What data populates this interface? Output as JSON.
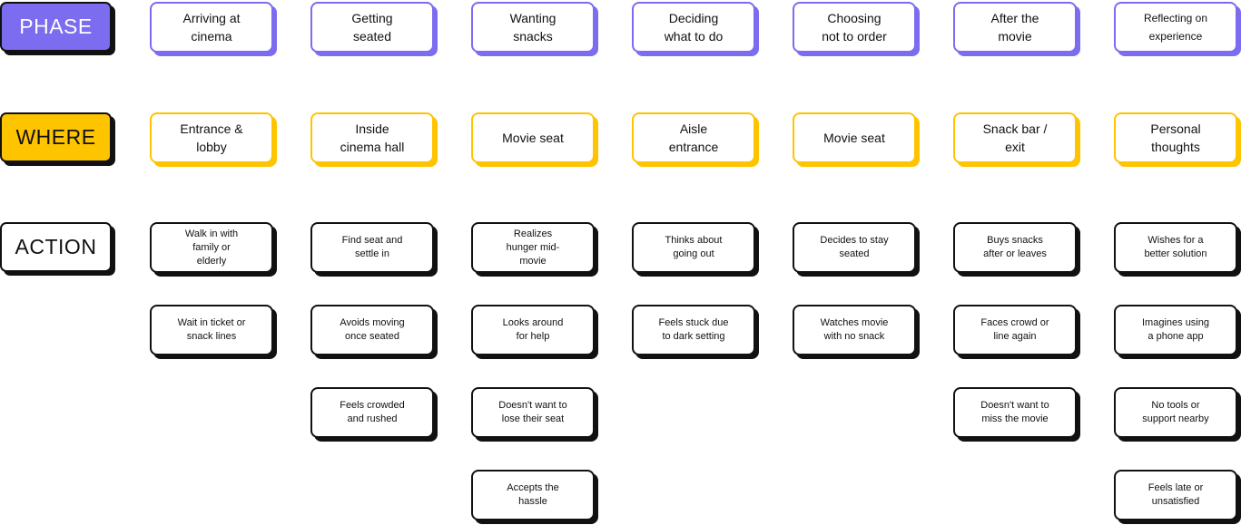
{
  "row_labels": {
    "phase": "PHASE",
    "where": "WHERE",
    "action": "ACTION"
  },
  "colors": {
    "phase": "#7b6cf0",
    "where": "#ffc400",
    "action": "#111111"
  },
  "columns": [
    {
      "phase": "Arriving at\ncinema",
      "where": "Entrance &\nlobby",
      "actions": [
        "Walk in with\nfamily or\nelderly",
        "Wait in ticket or\nsnack lines"
      ]
    },
    {
      "phase": "Getting\nseated",
      "where": "Inside\ncinema hall",
      "actions": [
        "Find seat and\nsettle in",
        "Avoids moving\nonce seated",
        "Feels crowded\nand rushed"
      ]
    },
    {
      "phase": "Wanting\nsnacks",
      "where": "Movie seat",
      "actions": [
        "Realizes\nhunger mid-\nmovie",
        "Looks around\nfor help",
        "Doesn't want to\nlose their seat",
        "Accepts the\nhassle"
      ]
    },
    {
      "phase": "Deciding\nwhat to do",
      "where": "Aisle\nentrance",
      "actions": [
        "Thinks about\ngoing out",
        "Feels stuck due\nto dark setting"
      ]
    },
    {
      "phase": "Choosing\nnot to order",
      "where": "Movie seat",
      "actions": [
        "Decides to stay\nseated",
        "Watches movie\nwith no snack"
      ]
    },
    {
      "phase": "After the\nmovie",
      "where": "Snack bar /\nexit",
      "actions": [
        "Buys snacks\nafter or leaves",
        "Faces crowd or\nline again",
        "Doesn't want to\nmiss the movie"
      ]
    },
    {
      "phase": "Reflecting on\nexperience",
      "where": "Personal\nthoughts",
      "actions": [
        "Wishes for a\nbetter solution",
        "Imagines using\na phone app",
        "No tools or\nsupport nearby",
        "Feels late or\nunsatisfied"
      ]
    }
  ]
}
